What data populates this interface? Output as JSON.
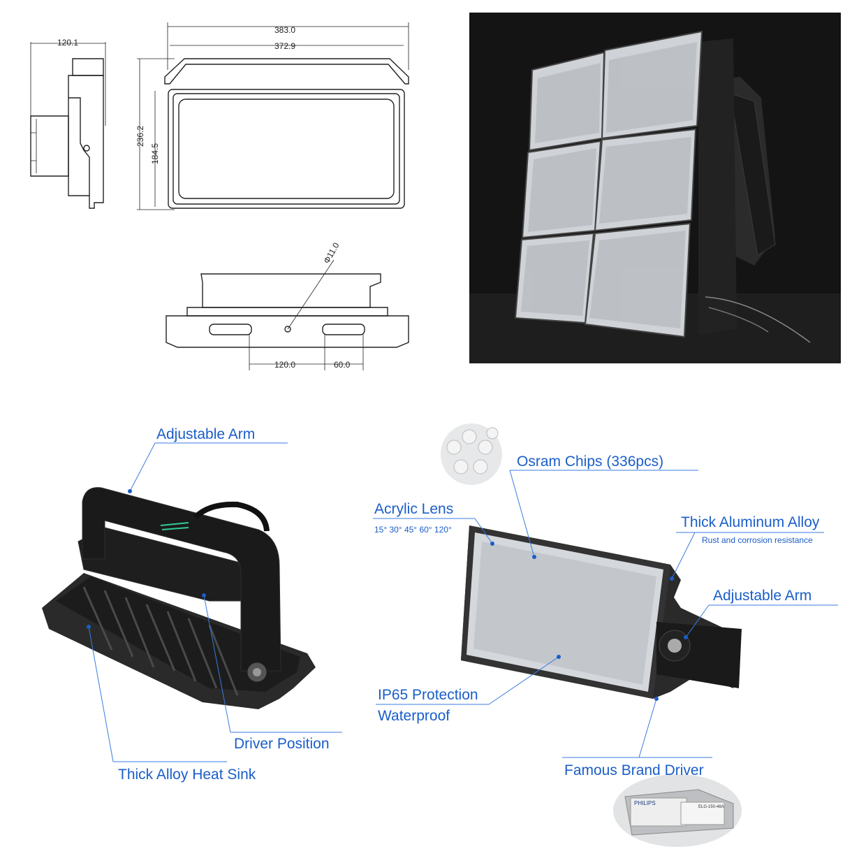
{
  "dimensions": {
    "side_width": "120.1",
    "front_width_outer": "383.0",
    "front_width_inner": "372.9",
    "front_height_outer": "236.2",
    "front_height_inner": "184.5",
    "hole_diameter": "Φ11.0",
    "hole_spacing_1": "120.0",
    "hole_spacing_2": "60.0"
  },
  "left_callouts": {
    "adjustable_arm": "Adjustable Arm",
    "driver_position": "Driver Position",
    "heat_sink": "Thick Alloy Heat Sink"
  },
  "right_callouts": {
    "osram_chips": "Osram Chips (336pcs)",
    "acrylic_lens": "Acrylic Lens",
    "lens_angles": "15° 30° 45° 60°  120°",
    "aluminum_alloy": "Thick Aluminum Alloy",
    "aluminum_sub": "Rust and corrosion resistance",
    "adjustable_arm": "Adjustable Arm",
    "ip65": "IP65 Protection",
    "waterproof": "Waterproof",
    "driver": "Famous Brand Driver"
  },
  "driver_photo": {
    "brand": "PHILIPS",
    "model": "ELG-150-48A"
  }
}
